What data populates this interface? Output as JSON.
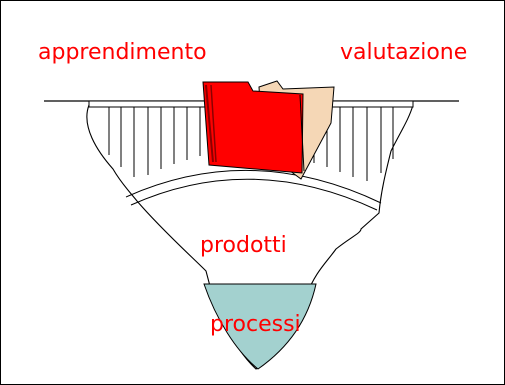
{
  "labels": {
    "left": "apprendimento",
    "right": "valutazione",
    "middle": "prodotti",
    "bottom": "processi"
  },
  "colors": {
    "text": "#ff0000",
    "folder_front": "#ff0000",
    "folder_back": "#f5d7b6",
    "water": "#a3d1cf",
    "line": "#000000",
    "background": "#ffffff"
  }
}
